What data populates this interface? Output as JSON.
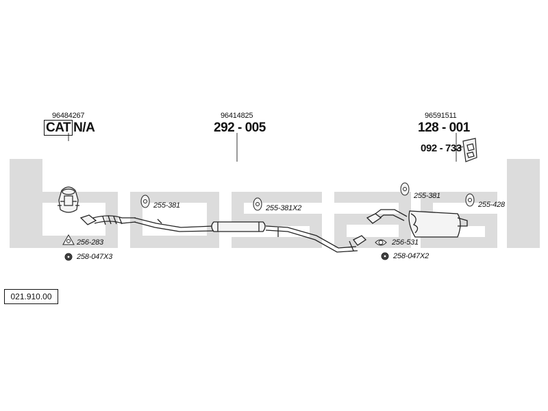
{
  "colors": {
    "watermark": "#dcdcdc",
    "line": "#222222",
    "part_fill": "#f4f4f4"
  },
  "reference": "021.910.00",
  "sections": [
    {
      "oe": "96484267",
      "cat_prefix": "CAT",
      "part": "N/A"
    },
    {
      "oe": "96414825",
      "part": "292 - 005"
    },
    {
      "oe": "96591511",
      "part": "128 - 001",
      "sub_part": "092 - 733"
    }
  ],
  "accessories": [
    {
      "code": "255-381",
      "icon": "rubber-hanger-icon"
    },
    {
      "code": "255-381X2",
      "icon": "rubber-hanger-icon"
    },
    {
      "code": "255-381",
      "icon": "rubber-hanger-icon"
    },
    {
      "code": "255-428",
      "icon": "rubber-hanger-icon"
    },
    {
      "code": "256-283",
      "icon": "triangle-gasket-icon"
    },
    {
      "code": "258-047X3",
      "icon": "nut-icon"
    },
    {
      "code": "256-531",
      "icon": "flange-gasket-icon"
    },
    {
      "code": "258-047X2",
      "icon": "nut-icon"
    }
  ]
}
